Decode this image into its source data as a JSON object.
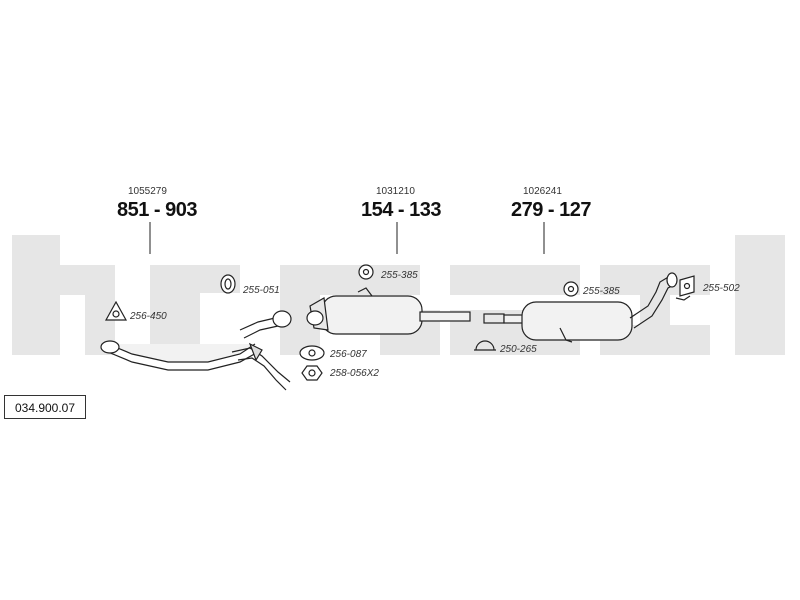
{
  "watermark_color": "#e6e6e6",
  "assemblies": [
    {
      "article": "1055279",
      "part": "851 - 903"
    },
    {
      "article": "1031210",
      "part": "154 - 133"
    },
    {
      "article": "1026241",
      "part": "279 - 127"
    }
  ],
  "components": [
    {
      "code": "255-051",
      "icon": "rubber-hanger-icon"
    },
    {
      "code": "255-385",
      "icon": "rubber-ring-icon"
    },
    {
      "code": "256-450",
      "icon": "triangle-gasket-icon"
    },
    {
      "code": "256-087",
      "icon": "oval-gasket-icon"
    },
    {
      "code": "258-056X2",
      "icon": "hex-nut-icon"
    },
    {
      "code": "250-265",
      "icon": "pipe-clamp-icon"
    },
    {
      "code": "255-385",
      "icon": "rubber-ring-icon"
    },
    {
      "code": "255-502",
      "icon": "rubber-mount-icon"
    }
  ],
  "diagram_code": "034.900.07"
}
